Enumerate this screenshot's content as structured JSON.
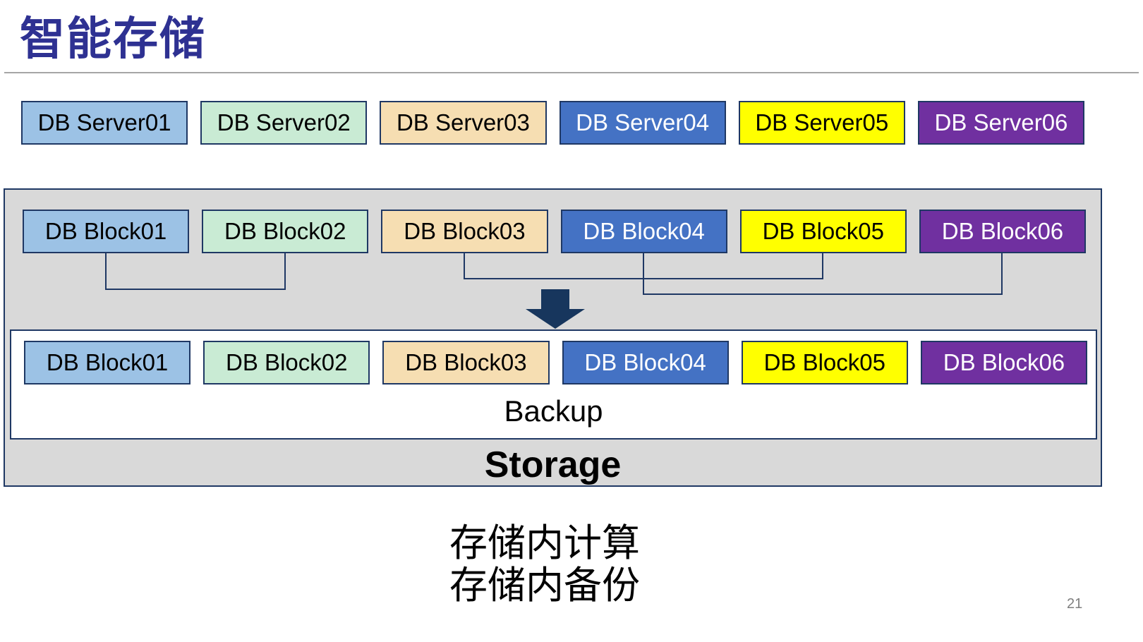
{
  "title": "智能存储",
  "page_number": "21",
  "server_row": [
    "DB Server01",
    "DB Server02",
    "DB Server03",
    "DB Server04",
    "DB Server05",
    "DB Server06"
  ],
  "block_row_top": [
    "DB Block01",
    "DB Block02",
    "DB Block03",
    "DB Block04",
    "DB Block05",
    "DB Block06"
  ],
  "block_row_bottom": [
    "DB Block01",
    "DB Block02",
    "DB Block03",
    "DB Block04",
    "DB Block05",
    "DB Block06"
  ],
  "storage": {
    "label": "Storage",
    "backup_label": "Backup"
  },
  "captions": {
    "line1": "存储内计算",
    "line2": "存储内备份"
  },
  "palette": [
    {
      "bg": "#9CC2E5",
      "fg": "#000000"
    },
    {
      "bg": "#C9EBD4",
      "fg": "#000000"
    },
    {
      "bg": "#F6DEB2",
      "fg": "#000000"
    },
    {
      "bg": "#4472C4",
      "fg": "#FFFFFF"
    },
    {
      "bg": "#FFFF00",
      "fg": "#000000"
    },
    {
      "bg": "#7030A0",
      "fg": "#FFFFFF"
    }
  ],
  "colors": {
    "title": "#2E3192",
    "box_border": "#1F3864",
    "connector": "#1F3864",
    "arrow": "#17365D",
    "storage_bg": "#D9D9D9",
    "divider": "#A6A6A6",
    "page_number": "#7F7F7F"
  }
}
